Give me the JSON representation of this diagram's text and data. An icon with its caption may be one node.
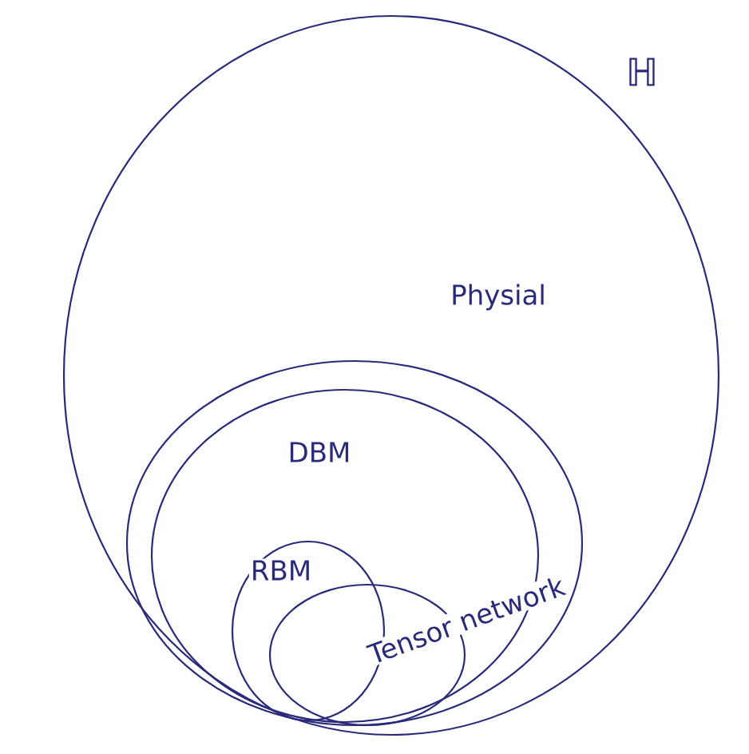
{
  "diagram": {
    "nodes": [
      {
        "text": [
          "ℍ"
        ]
      },
      {
        "text": [
          "Physial"
        ],
        "in": 0
      },
      {
        "text": [
          "DBM"
        ],
        "in": 1
      },
      {
        "text": [
          "RBM"
        ],
        "in": 2
      },
      {
        "text": [
          "Tensor network"
        ],
        "in": 2
      }
    ]
  }
}
